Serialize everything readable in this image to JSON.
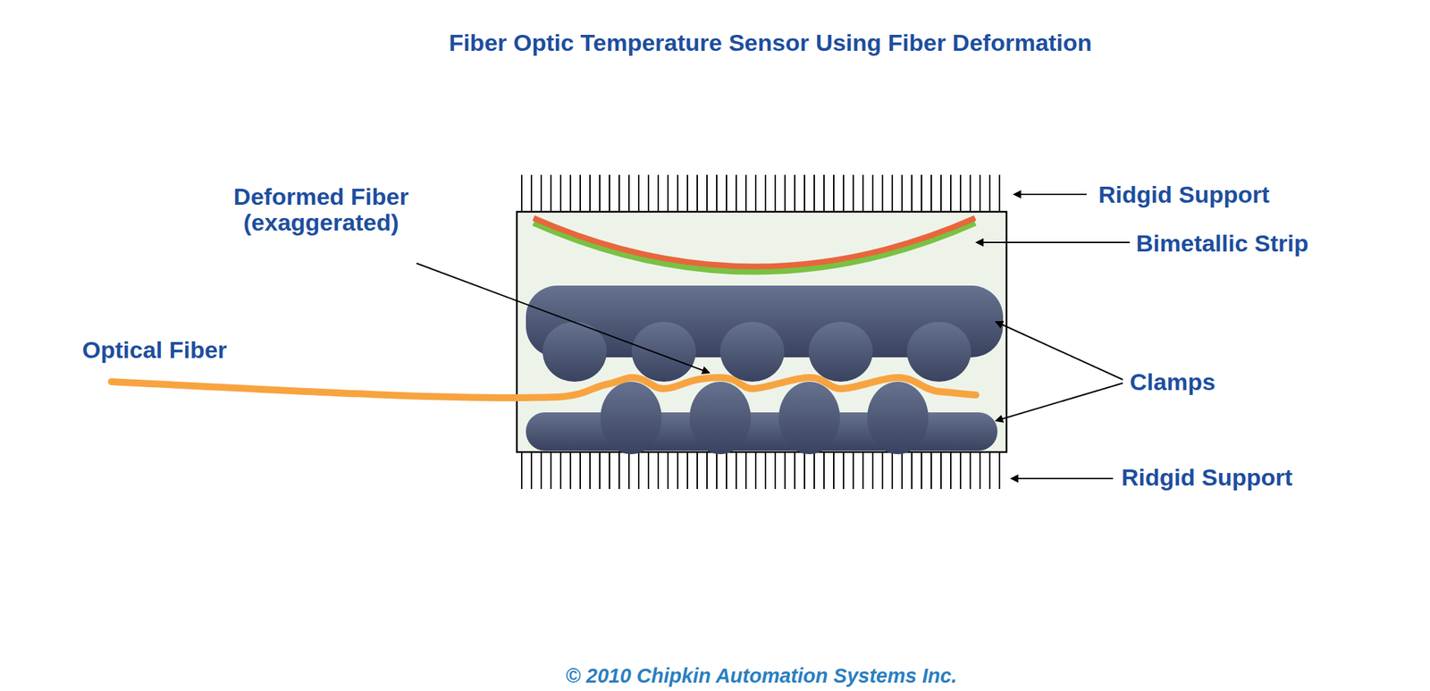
{
  "diagram": {
    "title": "Fiber Optic Temperature Sensor Using Fiber Deformation",
    "labels": [
      "Deformed Fiber (exaggerated)",
      "Ridgid Support",
      "Bimetallic Strip",
      "Clamps",
      "Ridgid Support",
      "Optical Fiber"
    ],
    "caption": "© 2010 Chipkin Automation Systems Inc."
  }
}
